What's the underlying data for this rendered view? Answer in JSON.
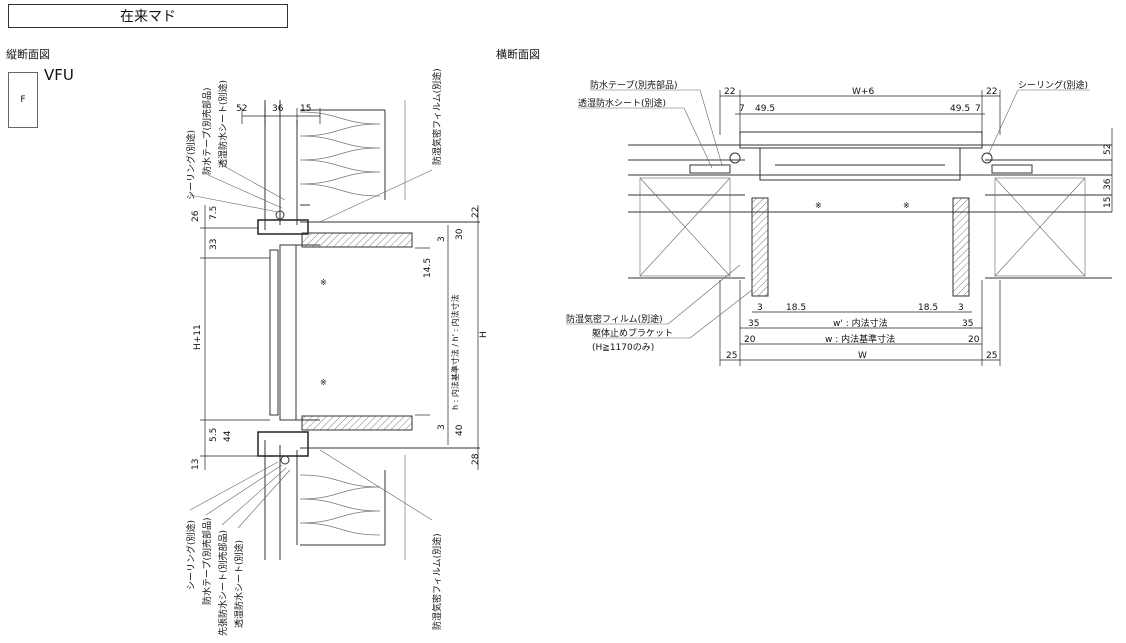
{
  "header": {
    "title": "在来マド"
  },
  "sections": {
    "vertical": "縦断面図",
    "horizontal": "横断面図"
  },
  "series": {
    "name": "VFU",
    "panel": "F"
  },
  "vertical_section": {
    "top_dims": [
      "52",
      "36",
      "15"
    ],
    "left_dims": [
      "26",
      "7.5",
      "33",
      "H+11",
      "5.5",
      "44",
      "13"
    ],
    "right_dims": [
      "22",
      "30",
      "3",
      "14.5",
      "3",
      "40",
      "28",
      "H"
    ],
    "inner_dim": "h : 内法基準寸法 / h' : 内法寸法",
    "mark": "※",
    "top_labels": [
      "シーリング(別途)",
      "防水テープ(別売部品)",
      "透湿防水シート(別途)",
      "防湿気密フィルム(別途)"
    ],
    "bottom_labels": [
      "シーリング(別途)",
      "防水テープ(別売部品)",
      "先張防水シート(別売部品)",
      "透湿防水シート(別途)",
      "防湿気密フィルム(別途)"
    ]
  },
  "horizontal_section": {
    "top_dims": [
      "22",
      "W+6",
      "22",
      "7",
      "49.5",
      "49.5",
      "7"
    ],
    "right_dims": [
      "52",
      "36",
      "15"
    ],
    "bottom_dims": [
      "3",
      "18.5",
      "18.5",
      "3",
      "35",
      "w' : 内法寸法",
      "35",
      "20",
      "w : 内法基準寸法",
      "20",
      "25",
      "W",
      "25"
    ],
    "mark": "※",
    "labels": [
      "防水テープ(別売部品)",
      "透湿防水シート(別途)",
      "シーリング(別途)",
      "防湿気密フィルム(別途)",
      "躯体止めブラケット",
      "(H≧1170のみ)"
    ]
  }
}
